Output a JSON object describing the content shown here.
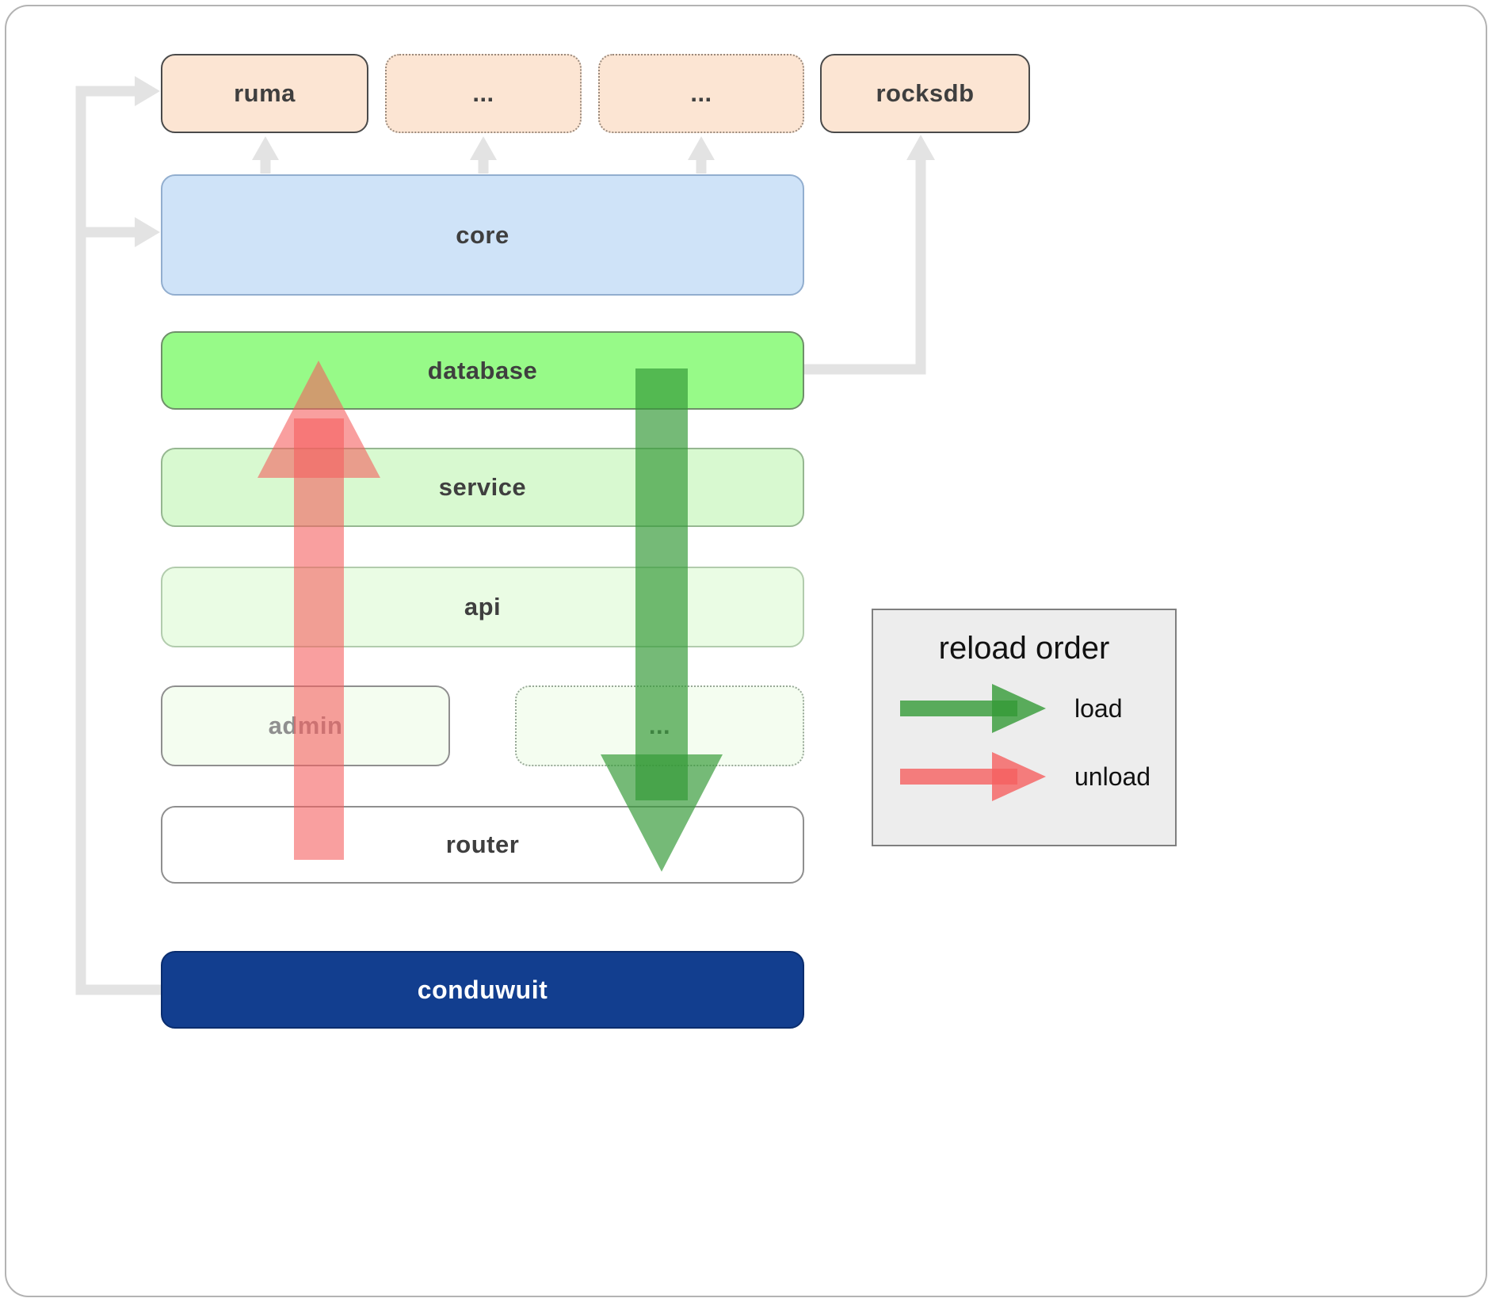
{
  "nodes": {
    "ruma": "ruma",
    "ellipsis_top_1": "...",
    "ellipsis_top_2": "...",
    "rocksdb": "rocksdb",
    "core": "core",
    "database": "database",
    "service": "service",
    "api": "api",
    "admin": "admin",
    "ellipsis_mid": "...",
    "router": "router",
    "conduwuit": "conduwuit"
  },
  "legend": {
    "title": "reload order",
    "load_label": "load",
    "unload_label": "unload"
  },
  "colors": {
    "load_arrow": "#339a36",
    "unload_arrow": "#f55f5f",
    "connector": "#e3e3e3",
    "node_peach": "#fce5d3",
    "node_blue": "#cfe3f8",
    "node_green": "#97fa88",
    "node_green_light": "#d8f9d0",
    "node_green_lighter": "#eafce4",
    "node_green_faint": "#f4fdf0",
    "conduwuit_blue": "#123e8f"
  }
}
